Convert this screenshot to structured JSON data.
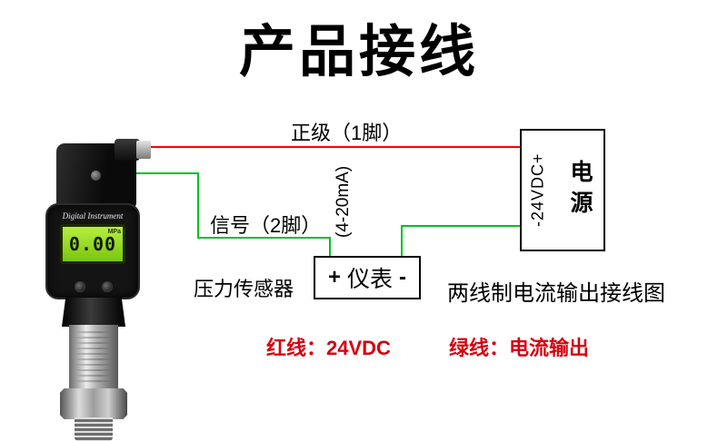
{
  "title": "产品接线",
  "colors": {
    "wire_red": "#ff0000",
    "wire_green": "#00c21e",
    "legend_text": "#d7000f",
    "lcd_green": "#79c60e"
  },
  "diagram": {
    "positive_label": "正级（1脚）",
    "signal_label": "信号（2脚）",
    "loop_label": "(4-20mA)",
    "sensor_label": "压力传感器",
    "meter_plus": "+",
    "meter_name": "仪表",
    "meter_minus": "-",
    "power_rail": "-24VDC+",
    "power_name": "电源",
    "caption": "两线制电流输出接线图",
    "legend_red": "红线：24VDC",
    "legend_green": "绿线：电流输出"
  },
  "sensor": {
    "brand": "Digital Instrument",
    "lcd_value": "0.00",
    "lcd_unit": "MPa"
  }
}
